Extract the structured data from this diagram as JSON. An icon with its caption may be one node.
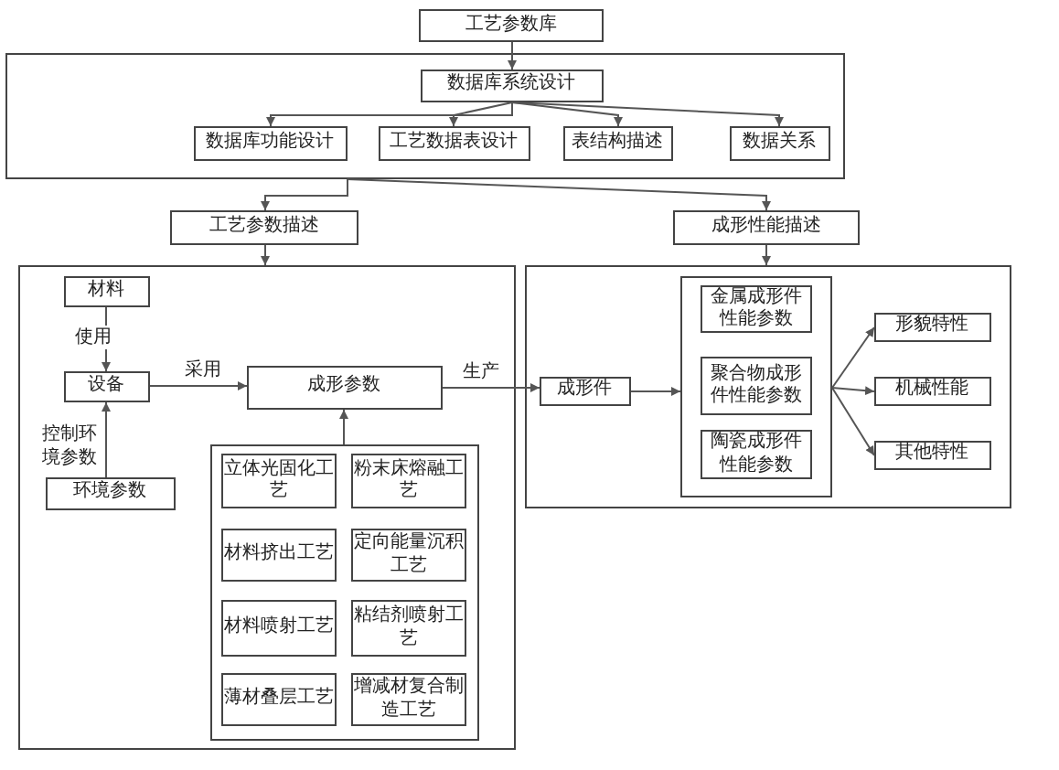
{
  "diagram": {
    "nodes": [
      {
        "text": [
          "工艺参数库"
        ]
      },
      {
        "text": [],
        "shape": "box"
      },
      {
        "text": [
          "数据库系统设计"
        ],
        "in": 1
      },
      {
        "text": [
          "数据库功能设计"
        ],
        "in": 1
      },
      {
        "text": [
          "工艺数据表设计"
        ],
        "in": 1
      },
      {
        "text": [
          "表结构描述"
        ],
        "in": 1
      },
      {
        "text": [
          "数据关系"
        ],
        "in": 1
      },
      {
        "text": [
          "工艺参数描述"
        ]
      },
      {
        "text": [
          "成形性能描述"
        ]
      },
      {
        "text": [],
        "shape": "box"
      },
      {
        "text": [
          "材料"
        ],
        "in": 9
      },
      {
        "text": [
          "设备"
        ],
        "in": 9
      },
      {
        "text": [
          "环境参数"
        ],
        "in": 9
      },
      {
        "text": [
          "成形参数"
        ],
        "in": 9
      },
      {
        "text": [],
        "shape": "box",
        "in": 9
      },
      {
        "text": [
          "立体光固化工艺"
        ],
        "in": 14
      },
      {
        "text": [
          "粉末床熔融工艺"
        ],
        "in": 14
      },
      {
        "text": [
          "材料挤出工艺"
        ],
        "in": 14
      },
      {
        "text": [
          "定向能量沉积工艺"
        ],
        "in": 14
      },
      {
        "text": [
          "材料喷射工艺"
        ],
        "in": 14
      },
      {
        "text": [
          "粘结剂喷射工艺"
        ],
        "in": 14
      },
      {
        "text": [
          "薄材叠层工艺"
        ],
        "in": 14
      },
      {
        "text": [
          "增减材复合制造工艺"
        ],
        "in": 14
      },
      {
        "text": [],
        "shape": "box"
      },
      {
        "text": [
          "成形件"
        ],
        "in": 23
      },
      {
        "text": [],
        "shape": "box",
        "in": 23
      },
      {
        "text": [
          "金属成形件性能参数"
        ],
        "in": 25
      },
      {
        "text": [
          "聚合物成形件性能参数"
        ],
        "in": 25
      },
      {
        "text": [
          "陶瓷成形件性能参数"
        ],
        "in": 25
      },
      {
        "text": [
          "形貌特性"
        ],
        "in": 23
      },
      {
        "text": [
          "机械性能"
        ],
        "in": 23
      },
      {
        "text": [
          "其他特性"
        ],
        "in": 23
      }
    ],
    "edges": [
      {
        "from": 0,
        "to": 2,
        "arrow": "to"
      },
      {
        "from": 2,
        "to": 3,
        "arrow": "to"
      },
      {
        "from": 2,
        "to": 4,
        "arrow": "to"
      },
      {
        "from": 2,
        "to": 5,
        "arrow": "to"
      },
      {
        "from": 2,
        "to": 6,
        "arrow": "to"
      },
      {
        "from": 1,
        "to": 7,
        "arrow": "to"
      },
      {
        "from": 1,
        "to": 8,
        "arrow": "to"
      },
      {
        "from": 7,
        "to": 9,
        "arrow": "to"
      },
      {
        "from": 8,
        "to": 23,
        "arrow": "to"
      },
      {
        "from": 10,
        "to": 11,
        "arrow": "to",
        "label": "使用"
      },
      {
        "from": 12,
        "to": 11,
        "arrow": "to",
        "label": "控制环境参数"
      },
      {
        "from": 11,
        "to": 13,
        "arrow": "to",
        "label": "采用"
      },
      {
        "from": 14,
        "to": 13,
        "arrow": "to"
      },
      {
        "from": 13,
        "to": 24,
        "arrow": "to",
        "label": "生产"
      },
      {
        "from": 24,
        "to": 25,
        "arrow": "to"
      },
      {
        "from": 25,
        "to": 29,
        "arrow": "to"
      },
      {
        "from": 25,
        "to": 30,
        "arrow": "to"
      },
      {
        "from": 25,
        "to": 31,
        "arrow": "to"
      }
    ]
  }
}
